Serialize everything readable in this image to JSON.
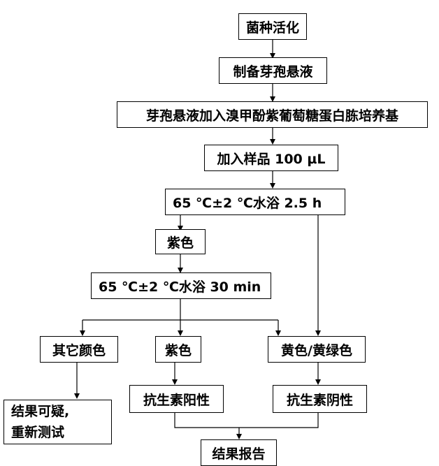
{
  "nodes": {
    "activate": "菌种活化",
    "spore_prep": "制备芽孢悬液",
    "medium": "芽孢悬液加入溴甲酚紫葡萄糖蛋白胨培养基",
    "add_sample": "加入样品 100 µL",
    "bath1": "65 ℃±2 ℃水浴 2.5 h",
    "purple1": "紫色",
    "bath2": "65 ℃±2 ℃水浴 30 min",
    "other_color": "其它颜色",
    "purple2": "紫色",
    "yellow": "黄色/黄绿色",
    "doubtful_line1": "结果可疑,",
    "doubtful_line2": "重新测试",
    "positive": "抗生素阳性",
    "negative": "抗生素阴性",
    "report": "结果报告"
  }
}
